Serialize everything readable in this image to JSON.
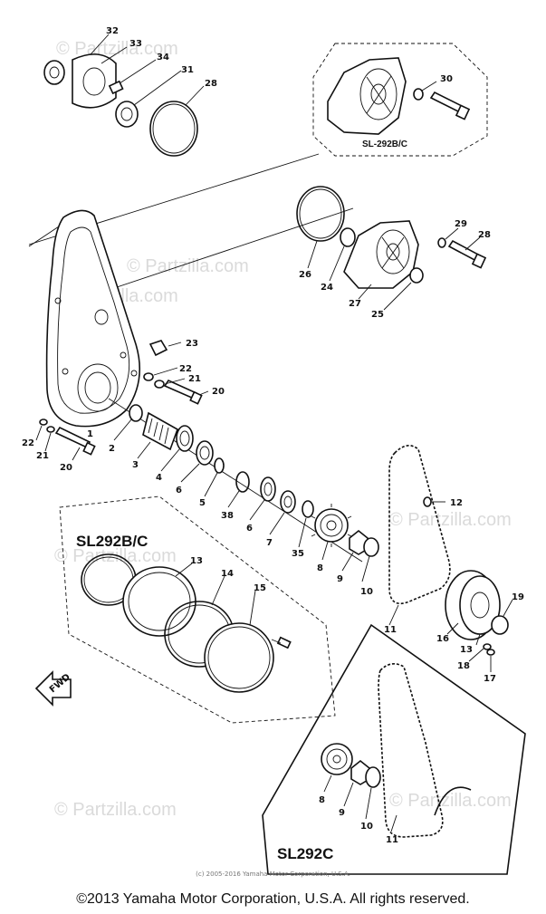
{
  "watermarks": [
    "© Partzilla.com",
    "© Partzilla.com",
    "© Partzilla.com",
    "© Partzilla.com",
    "© Partzilla.com",
    "© Partzilla.com",
    "© Partzilla.com"
  ],
  "variants": {
    "top_box": "SL-292B/C",
    "dashed_box": "SL292B/C",
    "bottom_box": "SL292C"
  },
  "callouts": {
    "c32": "32",
    "c33": "33",
    "c34": "34",
    "c31": "31",
    "c28a": "28",
    "c30": "30",
    "c29": "29",
    "c28b": "28",
    "c26": "26",
    "c24": "24",
    "c27": "27",
    "c25": "25",
    "c23": "23",
    "c22a": "22",
    "c21a": "21",
    "c20a": "20",
    "c22b": "22",
    "c21b": "21",
    "c20b": "20",
    "c1": "1",
    "c2": "2",
    "c3": "3",
    "c4": "4",
    "c6a": "6",
    "c5": "5",
    "c38": "38",
    "c6b": "6",
    "c7": "7",
    "c35": "35",
    "c8a": "8",
    "c9a": "9",
    "c10a": "10",
    "c12": "12",
    "c11a": "11",
    "c16": "16",
    "c13a": "13",
    "c19": "19",
    "c18": "18",
    "c17": "17",
    "c13b": "13",
    "c14": "14",
    "c15": "15",
    "c8b": "8",
    "c9b": "9",
    "c10b": "10",
    "c11b": "11"
  },
  "direction_arrow_label": "FWD",
  "small_credit": "(c) 2005-2016 Yamaha Motor Corporation, U.S.A.",
  "copyright": "©2013 Yamaha Motor Corporation, U.S.A. All rights reserved."
}
